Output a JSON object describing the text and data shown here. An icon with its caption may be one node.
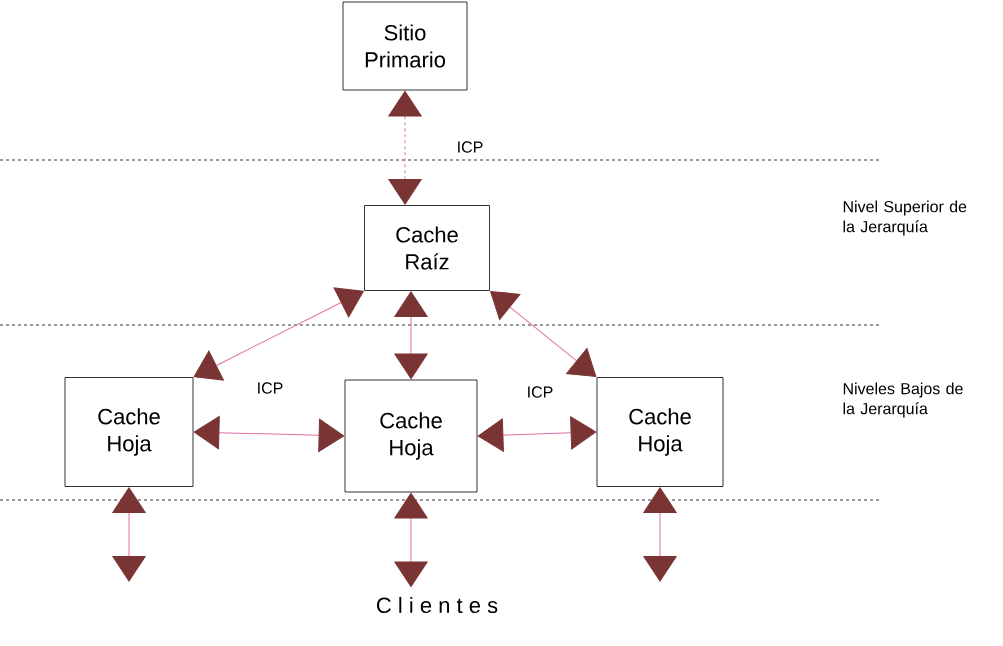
{
  "diagram": {
    "nodes": [
      {
        "text": [
          "Sitio Primario"
        ]
      },
      {
        "text": [
          "Cache Raíz"
        ]
      },
      {
        "text": [
          "Cache Hoja"
        ]
      },
      {
        "text": [
          "Cache Hoja"
        ]
      },
      {
        "text": [
          "Cache Hoja"
        ]
      }
    ],
    "edges": [
      {
        "from": 0,
        "to": 1,
        "arrow": "both",
        "label": "ICP",
        "style": "dashed"
      },
      {
        "from": 1,
        "to": 2,
        "arrow": "both"
      },
      {
        "from": 1,
        "to": 3,
        "arrow": "both"
      },
      {
        "from": 1,
        "to": 4,
        "arrow": "both"
      },
      {
        "from": 2,
        "to": 3,
        "arrow": "both",
        "label": "ICP"
      },
      {
        "from": 3,
        "to": 4,
        "arrow": "both",
        "label": "ICP"
      },
      {
        "from": 2,
        "to": null,
        "arrow": "both"
      },
      {
        "from": 3,
        "to": null,
        "arrow": "both"
      },
      {
        "from": 4,
        "to": null,
        "arrow": "both"
      }
    ],
    "labels": [
      "Nivel Superior de la Jerarquía",
      "Niveles Bajos de la Jerarquía",
      "C l i e n t e s"
    ]
  }
}
